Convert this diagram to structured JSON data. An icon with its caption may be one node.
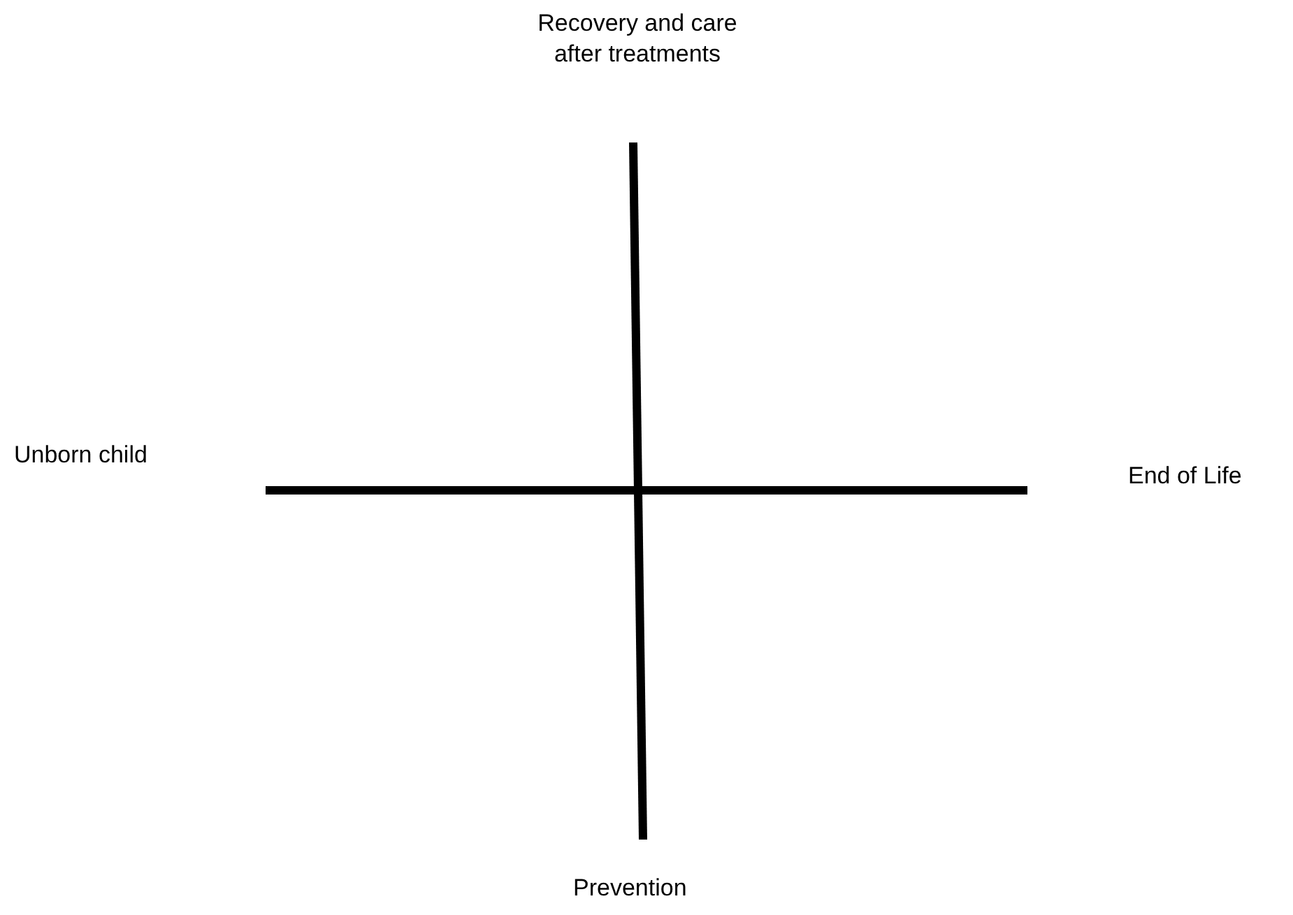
{
  "diagram": {
    "labels": [
      "Recovery and care after treatments",
      "Unborn child",
      "End of Life",
      "Prevention"
    ]
  }
}
